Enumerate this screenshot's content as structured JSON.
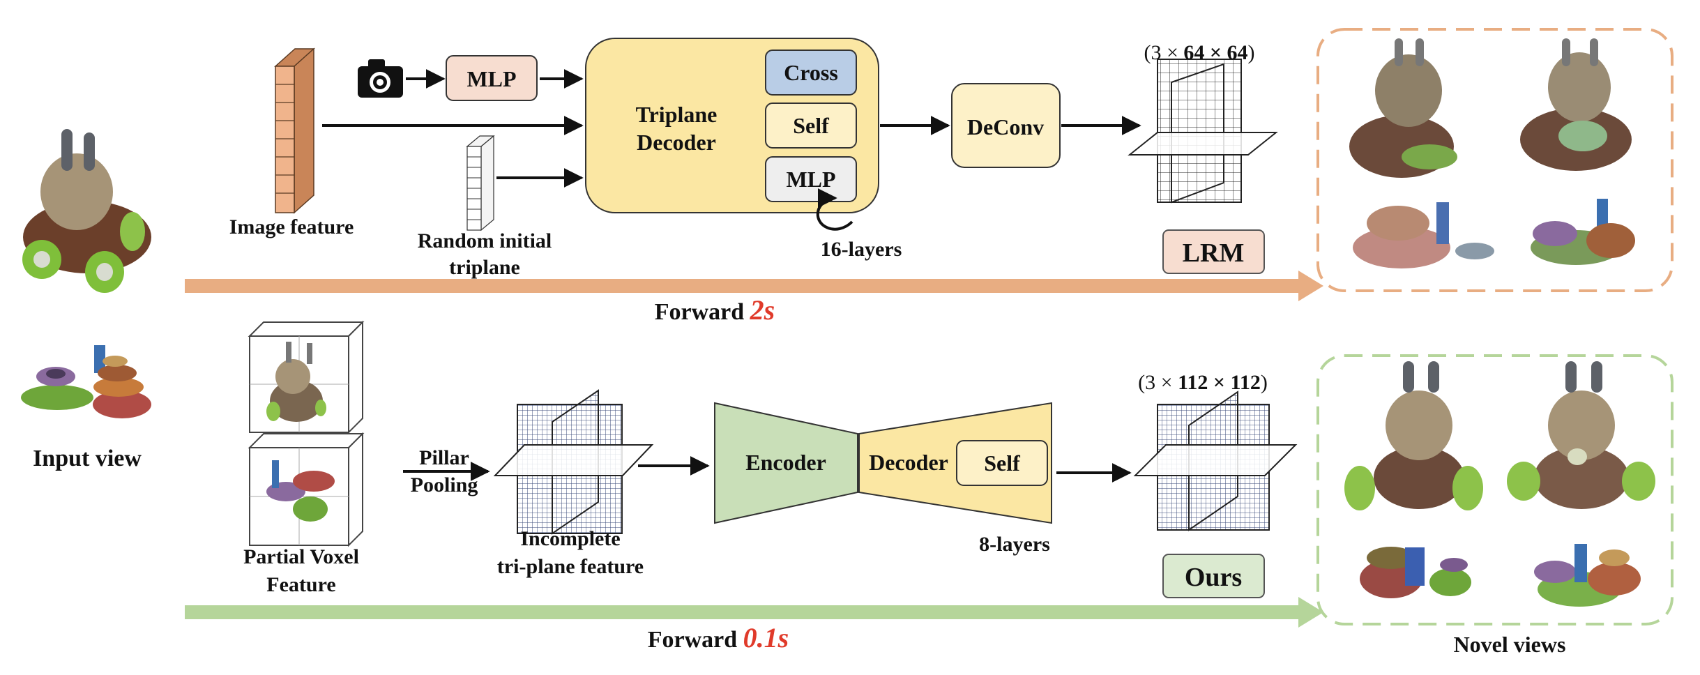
{
  "labels": {
    "input_view": "Input view",
    "image_feature": "Image feature",
    "random_initial_line1": "Random initial",
    "random_initial_line2": "triplane",
    "mlp_small": "MLP",
    "triplane_decoder_line1": "Triplane",
    "triplane_decoder_line2": "Decoder",
    "cross": "Cross",
    "self_top": "Self",
    "mlp_inner": "MLP",
    "layers_top": "16-layers",
    "deconv": "DeConv",
    "dim_top_prefix": "(3 × ",
    "dim_top_bold": "64 × 64",
    "dim_top_suffix": ")",
    "lrm": "LRM",
    "forward_top_prefix": "Forward ",
    "forward_top_time": "2s",
    "partial_voxel_line1": "Partial Voxel",
    "partial_voxel_line2": "Feature",
    "pillar": "Pillar",
    "pooling": "Pooling",
    "incomplete_line1": "Incomplete",
    "incomplete_line2": "tri-plane feature",
    "encoder": "Encoder",
    "decoder": "Decoder",
    "self_bottom": "Self",
    "layers_bottom": "8-layers",
    "dim_bottom_prefix": "(3 × ",
    "dim_bottom_bold": "112 × 112",
    "dim_bottom_suffix": ")",
    "ours": "Ours",
    "forward_bottom_prefix": "Forward ",
    "forward_bottom_time": "0.1s",
    "novel_views": "Novel views"
  },
  "colors": {
    "lrm_accent": "#e8ad82",
    "ours_accent": "#b5d59a",
    "decoder_fill": "#fbe7a3",
    "cross_fill": "#b9cde6",
    "mlp_fill": "#f7ddd0",
    "encoder_fill": "#c9dfb8",
    "time_red": "#e03a2a",
    "grid_blue": "#3a4a7a"
  }
}
